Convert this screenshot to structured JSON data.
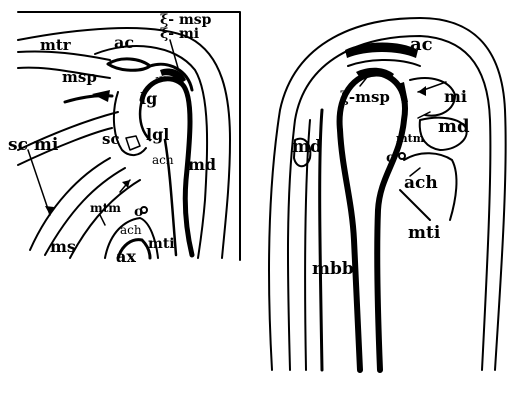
{
  "colors": {
    "ink": "#000000",
    "paper": "#ffffff"
  },
  "left_panel": {
    "labels": {
      "msp_xi": "ξ- msp",
      "mi_xi": "ξ- mi",
      "mtr": "mtr",
      "ac": "ac",
      "msp": "msp",
      "lg": "lg",
      "sc_mi": "sc  mi",
      "sc": "sc",
      "lgl": "lgl",
      "ach": "ach",
      "md": "md",
      "mtm": "mtm",
      "o": "o",
      "ms": "ms",
      "ach_lower": "ach",
      "mti": "mti",
      "ax": "ax"
    }
  },
  "right_panel": {
    "labels": {
      "ac": "ac",
      "msp_xi": "ξ-msp",
      "mi": "mi",
      "mtm": "mtm",
      "md_right": "md",
      "md_left": "md",
      "o": "o",
      "ach": "ach",
      "mti": "mti",
      "mbb": "mbb"
    }
  }
}
